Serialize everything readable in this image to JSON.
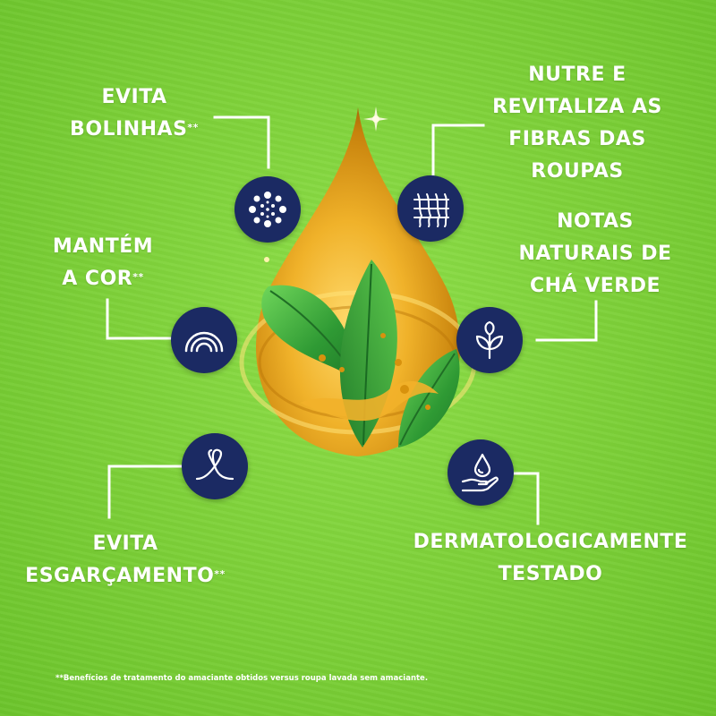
{
  "benefits": {
    "pilling": {
      "line1": "EVITA",
      "line2": "BOLINHAS",
      "mark": "**",
      "icon": "dots-pattern-icon"
    },
    "color": {
      "line1": "MANTÉM",
      "line2": "A COR",
      "mark": "**",
      "icon": "rainbow-icon"
    },
    "fraying": {
      "line1": "EVITA",
      "line2": "ESGARÇAMENTO",
      "mark": "**",
      "icon": "knot-heart-icon"
    },
    "fibers": {
      "line1": "NUTRE E",
      "line2": "REVITALIZA AS",
      "line3": "FIBRAS DAS",
      "line4": "ROUPAS",
      "icon": "fabric-weave-icon"
    },
    "greentea": {
      "line1": "NOTAS",
      "line2": "NATURAIS DE",
      "line3": "CHÁ VERDE",
      "icon": "leaf-plant-icon"
    },
    "derm": {
      "line1": "DERMATOLOGICAMENTE",
      "line2": "TESTADO",
      "icon": "hand-drop-icon"
    }
  },
  "footnote": "**Benefícios de tratamento do amaciante obtidos versus roupa lavada sem amaciante.",
  "colors": {
    "background": "#7fd13a",
    "icon_circle": "#1b2a63",
    "oil": "#e6a417",
    "leaf": "#3aa63a"
  }
}
